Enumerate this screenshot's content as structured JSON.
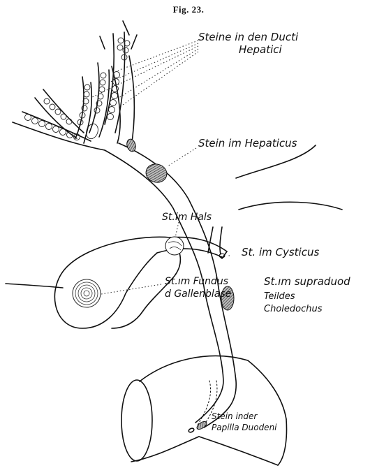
{
  "figure": {
    "title": "Fig. 23.",
    "labels": {
      "hepatici_line1": "Steine in den Ducti",
      "hepatici_line2": "Hepatici",
      "hepaticus": "Stein im Hepaticus",
      "hals": "St.im Hals",
      "cysticus": "St. im Cysticus",
      "fundus_line1": "St.ım Fundus",
      "fundus_line2": "d Gallenblase",
      "supraduod_line1": "St.ım supraduod",
      "supraduod_line2": "Teildes",
      "supraduod_line3": "Choledochus",
      "papilla_line1": "Stein inder",
      "papilla_line2": "Papilla Duodeni"
    }
  }
}
